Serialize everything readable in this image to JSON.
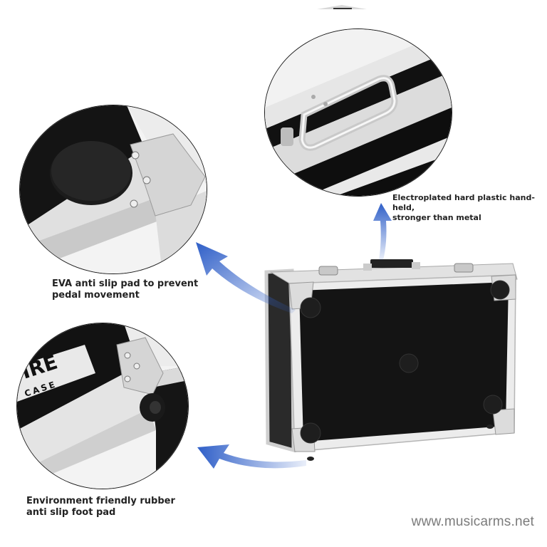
{
  "image": {
    "subject": "pedalboard flight case product detail infographic",
    "colors": {
      "background": "#ffffff",
      "arrow_blue": "#2f5fc8",
      "case_black": "#111111",
      "aluminum": "#d9d9d9",
      "caption_text": "#222222",
      "watermark_text": "#7b7b7b"
    }
  },
  "callouts": [
    {
      "id": "handle",
      "caption_lines": [
        "Electroplated hard plastic hand-held,",
        "stronger than metal"
      ],
      "detail": "chrome handle close-up"
    },
    {
      "id": "eva-pad",
      "caption_lines": [
        "EVA anti slip pad to prevent",
        "pedal movement"
      ],
      "detail": "round textured pad at case corner"
    },
    {
      "id": "rubber-foot",
      "caption_lines": [
        "Environment friendly rubber",
        "anti slip foot pad"
      ],
      "detail": "rubber foot at case corner",
      "logo_fragment_top": "IRE",
      "logo_fragment_bottom": "CASE"
    }
  ],
  "watermark": "www.musicarms.net"
}
